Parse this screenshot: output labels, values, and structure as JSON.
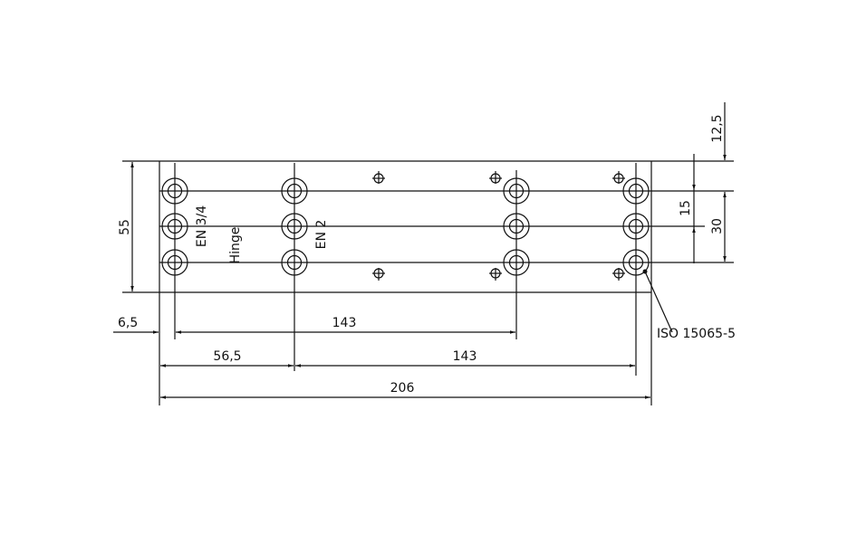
{
  "dimensions": {
    "height_total": "55",
    "offset_left": "6,5",
    "spacing_143_top": "143",
    "spacing_56_5": "56,5",
    "spacing_143_bottom": "143",
    "length_total": "206",
    "top_offset": "12,5",
    "row_spacing_15": "15",
    "row_spacing_30": "30"
  },
  "labels": {
    "en34": "EN 3/4",
    "hinge": "Hinge",
    "en2": "EN 2",
    "iso": "ISO 15065-5"
  }
}
